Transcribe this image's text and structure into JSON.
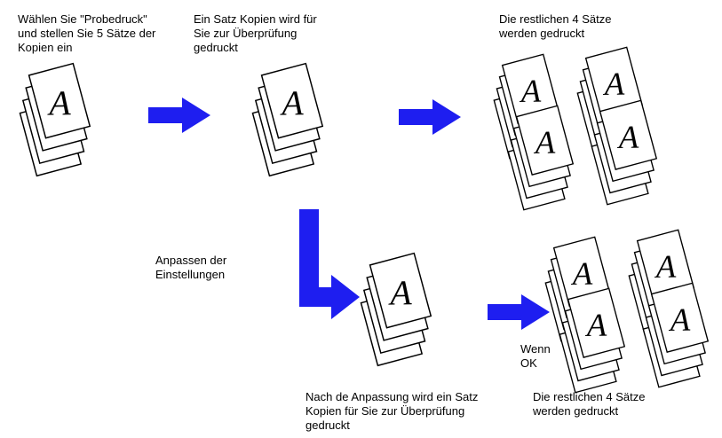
{
  "colors": {
    "arrow": "#1e1ef0"
  },
  "page_letter": "A",
  "labels": {
    "step1": "Wählen Sie \"Probedruck\"\nund stellen Sie 5 Sätze der\nKopien ein",
    "step2": "Ein Satz Kopien wird für\nSie zur Überprüfung\ngedruckt",
    "step3": "Die restlichen 4 Sätze\nwerden gedruckt",
    "adjust": "Anpassen der\nEinstellungen",
    "when_ok": "Wenn\nOK",
    "step4": "Nach de Anpassung wird ein Satz\nKopien für Sie zur Überprüfung\ngedruckt",
    "step5": "Die restlichen 4 Sätze\nwerden gedruckt"
  }
}
